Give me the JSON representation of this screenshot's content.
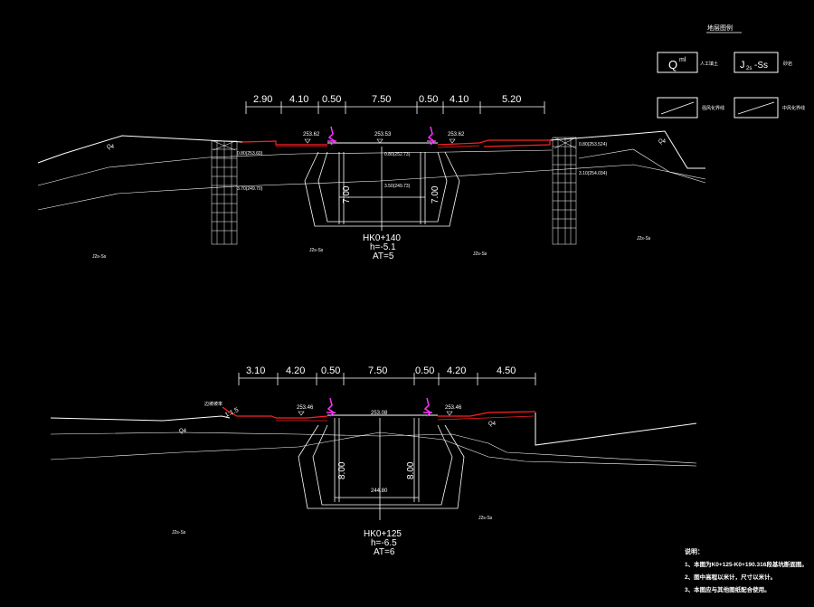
{
  "legend": {
    "title": "地层图例",
    "q_symbol": "Q",
    "q_sup": "ml",
    "q_desc": "人工填土",
    "j_symbol": "J",
    "j_sub": "2s",
    "j_suffix": "-Ss",
    "j_desc": "砂岩",
    "line1_desc": "强风化界线",
    "line2_desc": "中风化界线"
  },
  "section1": {
    "dims": [
      "2.90",
      "4.10",
      "0.50",
      "7.50",
      "0.50",
      "4.10",
      "5.20"
    ],
    "elev_center": "253.53",
    "elev_left": "253.62",
    "elev_right": "253.62",
    "left_bore_1": "0.80(253.60)",
    "left_bore_2": "3.70(249.70)",
    "mid_bore_1": "0.80(252.73)",
    "mid_bore_2": "3.50(249.73)",
    "right_bore_1": "0.80(253.524)",
    "right_bore_2": "3.10(254.034)",
    "depth_left": "7.00",
    "depth_right": "7.00",
    "q_left": "Q4",
    "q_right": "Q4",
    "rock_1": "J2s-Ss",
    "rock_2": "J2s-Ss",
    "rock_3": "J2s-Ss",
    "rock_4": "J2s-Ss",
    "station": "HK0+140",
    "height": "h=-5.1",
    "at": "AT=5"
  },
  "section2": {
    "dims": [
      "3.10",
      "4.20",
      "0.50",
      "7.50",
      "0.50",
      "4.20",
      "4.50"
    ],
    "elev_center": "253.08",
    "elev_left": "253.46",
    "elev_right": "253.46",
    "slope_label": "边坡坡率",
    "slope_ratio": "1:1.5",
    "bottom_elev": "244.80",
    "depth_left": "8.00",
    "depth_right": "8.00",
    "q_left": "Q4",
    "q_right": "Q4",
    "rock_1": "J2s-Ss",
    "rock_2": "J2s-Ss",
    "station": "HK0+125",
    "height": "h=-6.5",
    "at": "AT=6"
  },
  "notes": {
    "title": "说明：",
    "n1": "1、本图为K0+125-K0+190.316段基坑断面图。",
    "n2": "2、图中高程以米计，尺寸以米计。",
    "n3": "3、本图应与其他图纸配合使用。"
  },
  "colors": {
    "line": "#ffffff",
    "pavement": "#ff2020",
    "marker": "#ff33ff",
    "dim": "#ffffff"
  }
}
